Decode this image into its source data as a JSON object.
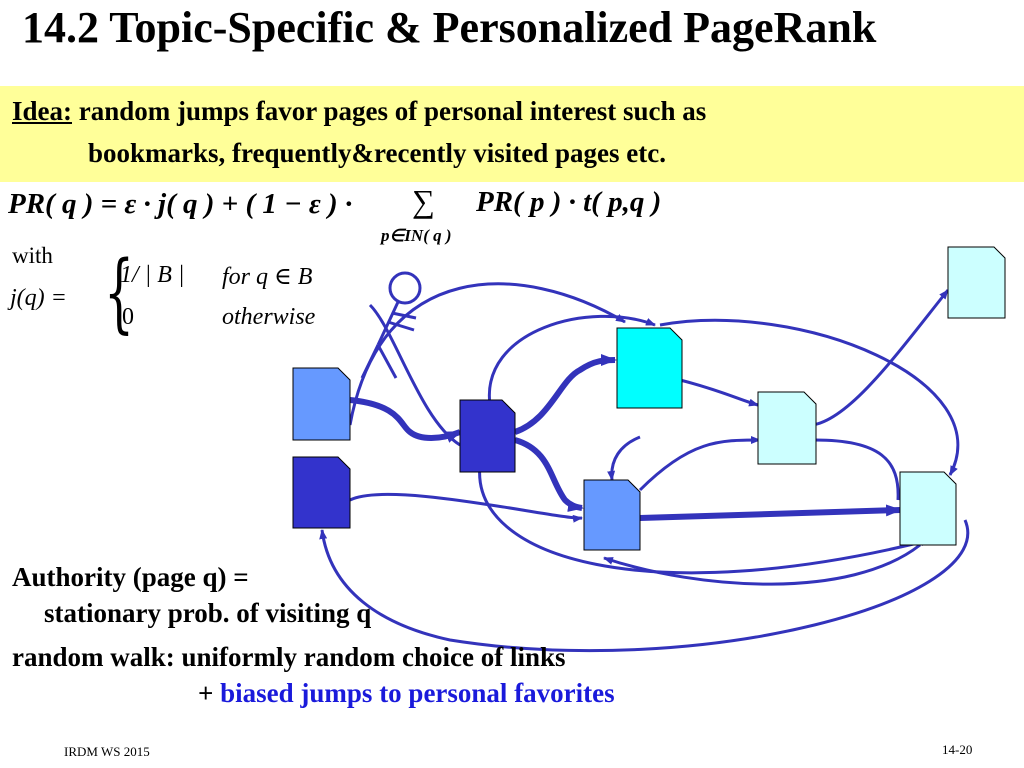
{
  "slide": {
    "title": "14.2 Topic-Specific & Personalized PageRank",
    "idea": {
      "label": "Idea:",
      "line1": " random jumps favor pages of personal interest such as",
      "line2": "bookmarks, frequently&recently visited pages etc."
    },
    "formula": {
      "main": "PR( q ) = ε · j( q ) + ( 1 − ε ) ·",
      "sum": "∑",
      "right": "PR( p ) · t( p,q )",
      "subscript": "p∈IN( q )"
    },
    "with_label": "with",
    "jq": {
      "lhs": "j(q) =",
      "brace": "{",
      "case1_value": "1/ | B |",
      "case1_condition": "for  q ∈ B",
      "case2_value": "0",
      "case2_condition": "otherwise"
    },
    "authority_line1": "Authority (page q) =",
    "authority_line2": "stationary prob. of visiting q",
    "walk_line1": "random walk: uniformly random choice of links",
    "walk_plus": "+ ",
    "walk_blue": "biased jumps to personal favorites",
    "footer_left": "IRDM  WS 2015",
    "footer_right": "14-20"
  },
  "colors": {
    "idea_background": "#ffff99",
    "edge_blue": "#3333bb",
    "favorite_text_blue": "#1a1adb",
    "page_light_blue": "#6699ff",
    "page_dark_blue": "#3333cc",
    "page_cyan": "#00ffff",
    "page_pale_cyan": "#ccffff"
  },
  "diagram": {
    "icons": [
      "stick-figure-icon",
      "document-icon"
    ]
  }
}
